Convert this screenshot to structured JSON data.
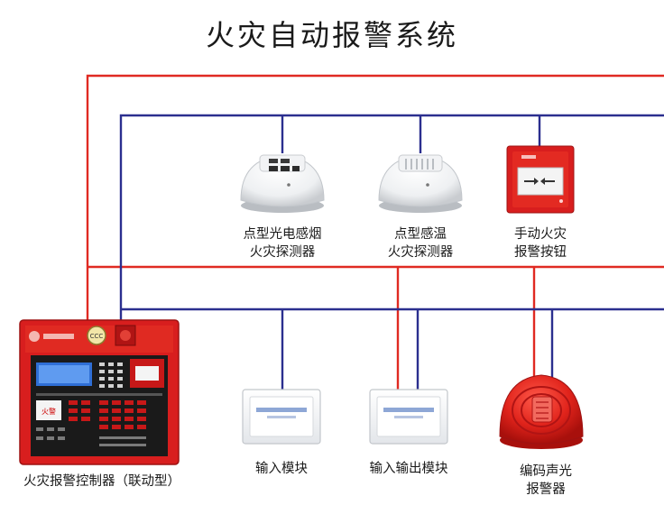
{
  "title": "火灾自动报警系统",
  "colors": {
    "power_line": "#e02a22",
    "signal_line": "#2b2f8f",
    "device_body": "#f4f4f4",
    "alarm_red": "#d81e1e"
  },
  "devices": {
    "smoke_detector": {
      "line1": "点型光电感烟",
      "line2": "火灾探测器"
    },
    "heat_detector": {
      "line1": "点型感温",
      "line2": "火灾探测器"
    },
    "manual_button": {
      "line1": "手动火灾",
      "line2": "报警按钮"
    },
    "controller": {
      "label": "火灾报警控制器（联动型）"
    },
    "input_module": {
      "label": "输入模块"
    },
    "io_module": {
      "label": "输入输出模块"
    },
    "sounder_strobe": {
      "line1": "编码声光",
      "line2": "报警器"
    }
  }
}
